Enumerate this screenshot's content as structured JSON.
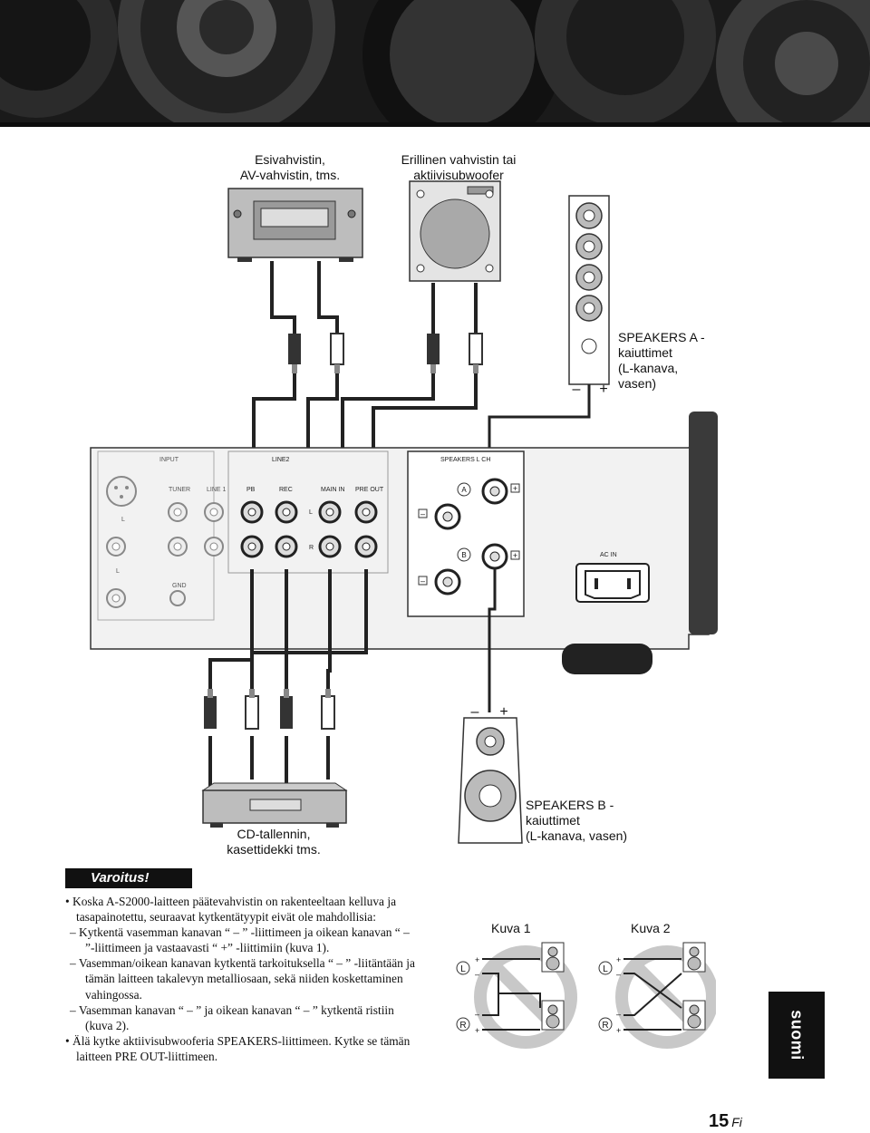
{
  "diagram": {
    "labels": {
      "preamp": "Esivahvistin,\nAV-vahvistin, tms.",
      "amp_sub": "Erillinen vahvistin tai\naktiivisubwoofer",
      "speakers_a": "SPEAKERS A -\nkaiuttimet\n(L-kanava,\nvasen)",
      "speakers_b": "SPEAKERS B -\nkaiuttimet\n(L-kanava, vasen)",
      "cd_recorder": "CD-tallennin,\nkasettidekki tms."
    },
    "panel": {
      "input": "INPUT",
      "line2": "LINE2",
      "speakers_l_ch": "SPEAKERS L CH",
      "tuner": "TUNER",
      "line1": "LINE 1",
      "pb": "PB",
      "rec": "REC",
      "main_in": "MAIN IN",
      "pre_out": "PRE OUT",
      "ac_in": "AC IN",
      "gnd": "GND",
      "l": "L",
      "r": "R",
      "a": "A",
      "b": "B",
      "minus": "–",
      "plus": "+"
    }
  },
  "caution": {
    "heading": "Varoitus!",
    "items": [
      {
        "kind": "bullet",
        "text": "Koska A-S2000-laitteen päätevahvistin on rakenteeltaan kelluva ja tasapainotettu, seuraavat kytkentätyypit eivät ole mahdollisia:"
      },
      {
        "kind": "dash",
        "text": "Kytkentä vasemman kanavan “ – ” -liittimeen ja oikean kanavan “ – ”-liittimeen ja vastaavasti “ +” -liittimiin (kuva 1)."
      },
      {
        "kind": "dash",
        "text": "Vasemman/oikean kanavan kytkentä tarkoituksella “ – ” -liitäntään ja tämän laitteen takalevyn metalliosaan, sekä niiden koskettaminen vahingossa."
      },
      {
        "kind": "dash",
        "text": "Vasemman kanavan “ – ” ja oikean kanavan “ – ” kytkentä ristiin (kuva 2)."
      },
      {
        "kind": "bullet",
        "text": "Älä kytke aktiivisubwooferia SPEAKERS-liittimeen. Kytke se tämän laitteen PRE OUT-liittimeen."
      }
    ]
  },
  "figures": {
    "fig1": "Kuva 1",
    "fig2": "Kuva 2",
    "l": "L",
    "r": "R",
    "plus": "+",
    "minus": "–"
  },
  "side_tab": "suomi",
  "page": {
    "number": "15",
    "suffix": "Fi"
  }
}
